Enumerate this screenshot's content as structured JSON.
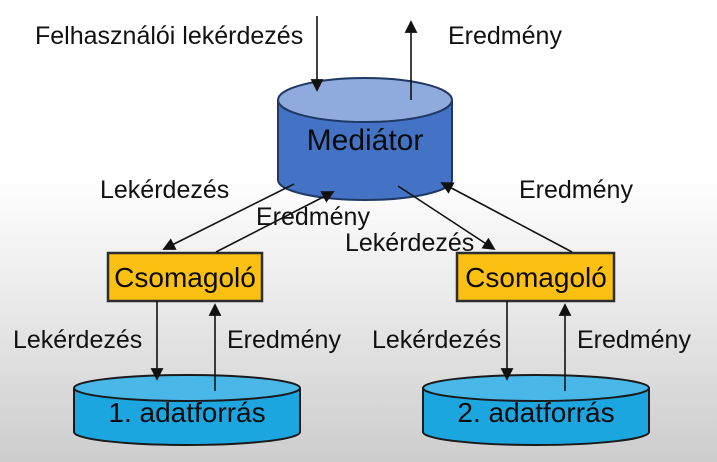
{
  "diagram": {
    "description": "Mediator-wrapper data integration architecture diagram (Hungarian)",
    "nodes": {
      "mediator": {
        "label": "Mediátor",
        "shape": "cylinder"
      },
      "wrapper_left": {
        "label": "Csomagoló",
        "shape": "rect"
      },
      "wrapper_right": {
        "label": "Csomagoló",
        "shape": "rect"
      },
      "datasource_left": {
        "label": "1. adatforrás",
        "shape": "cylinder"
      },
      "datasource_right": {
        "label": "2. adatforrás",
        "shape": "cylinder"
      }
    },
    "edge_labels": {
      "user_query": "Felhasználói lekérdezés",
      "result_top": "Eredmény",
      "query_mid_left": "Lekérdezés",
      "result_mid_center": "Eredmény",
      "query_mid_center": "Lekérdezés",
      "result_mid_right": "Eredmény",
      "query_bottom_left": "Lekérdezés",
      "result_bottom_left": "Eredmény",
      "query_bottom_right": "Lekérdezés",
      "result_bottom_right": "Eredmény"
    },
    "colors": {
      "mediator_body": "#4472c4",
      "mediator_top": "#8faadc",
      "mediator_stroke": "#1f3864",
      "wrapper_fill": "#fcc012",
      "wrapper_stroke": "#2d2d2d",
      "datasource_body": "#1ca6df",
      "datasource_top": "#49b8e8",
      "datasource_stroke": "#1a1a1a",
      "arrow": "#111111",
      "background_top": "#ffffff",
      "background_bottom": "#cdcdcd"
    }
  }
}
